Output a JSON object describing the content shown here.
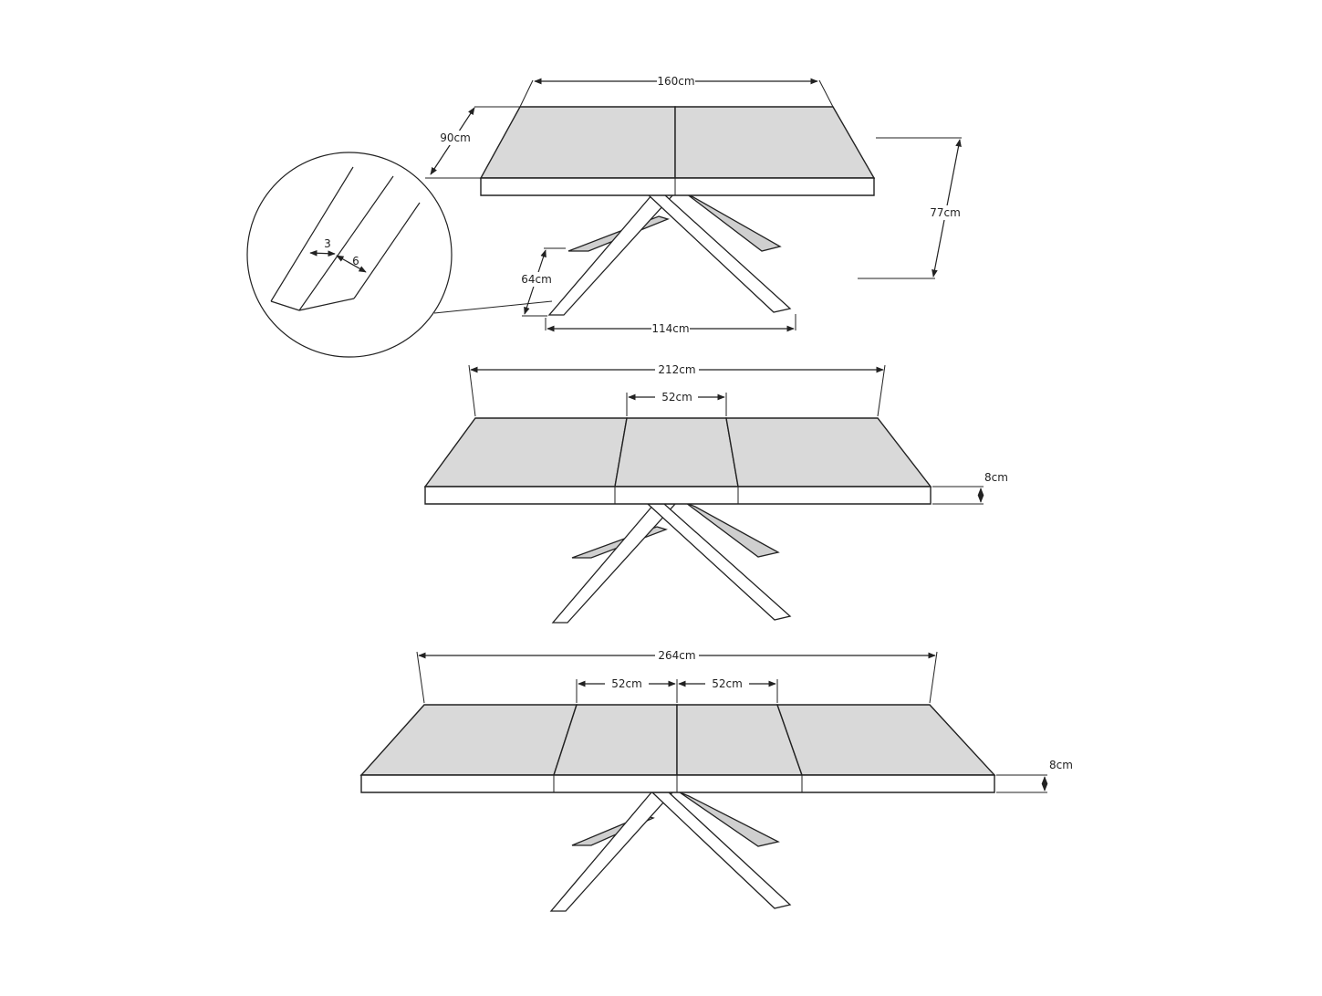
{
  "colors": {
    "line": "#222222",
    "top_fill": "#d9d9d9",
    "background": "#ffffff"
  },
  "table_compact": {
    "width_label": "160cm",
    "depth_label": "90cm",
    "height_label": "77cm",
    "leg_depth_label": "64cm",
    "leg_span_label": "114cm"
  },
  "detail_circle": {
    "dim_a": "3",
    "dim_b": "6"
  },
  "table_one_extension": {
    "width_label": "212cm",
    "extension_label": "52cm",
    "thickness_label": "8cm"
  },
  "table_two_extensions": {
    "width_label": "264cm",
    "extension_1_label": "52cm",
    "extension_2_label": "52cm",
    "thickness_label": "8cm"
  }
}
